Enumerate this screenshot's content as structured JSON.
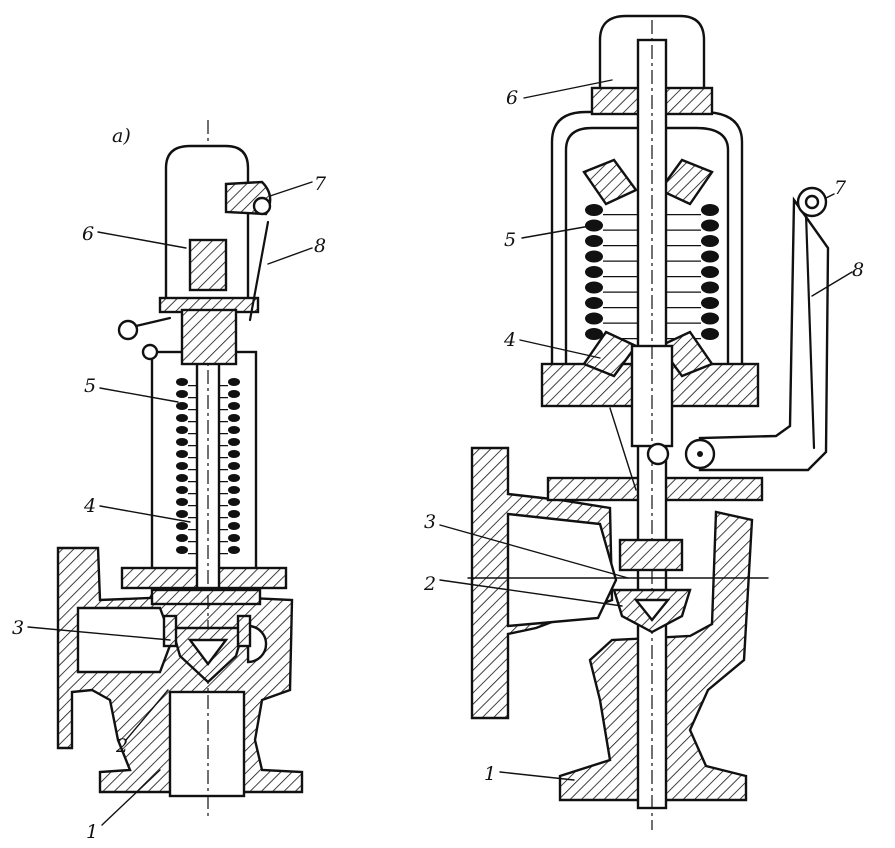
{
  "figure": {
    "panel_a_label": "a)",
    "left_callouts": [
      "1",
      "2",
      "3",
      "4",
      "5",
      "6",
      "7",
      "8"
    ],
    "right_callouts": [
      "1",
      "2",
      "3",
      "4",
      "5",
      "6",
      "7",
      "8"
    ]
  }
}
